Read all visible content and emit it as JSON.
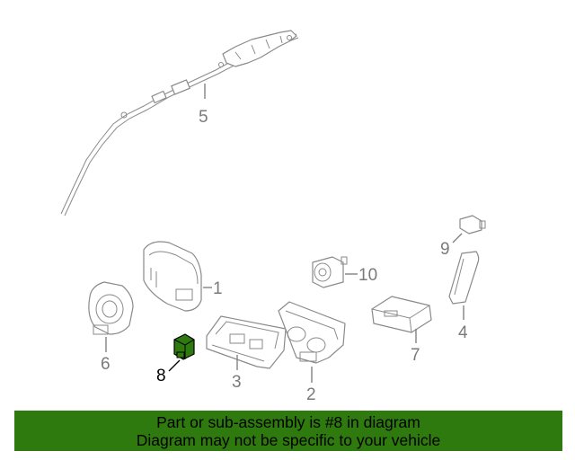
{
  "callouts": {
    "p1": "1",
    "p2": "2",
    "p3": "3",
    "p4": "4",
    "p5": "5",
    "p6": "6",
    "p7": "7",
    "p8": "8",
    "p9": "9",
    "p10": "10"
  },
  "highlight_part": "8",
  "banner": {
    "line1": "Part or sub-assembly is #8 in diagram",
    "line2": "Diagram may not be specific to your vehicle"
  },
  "colors": {
    "banner_bg": "#2f7a0f",
    "highlight_fill": "#2f7a0f",
    "line_art": "#8a8a8a"
  }
}
